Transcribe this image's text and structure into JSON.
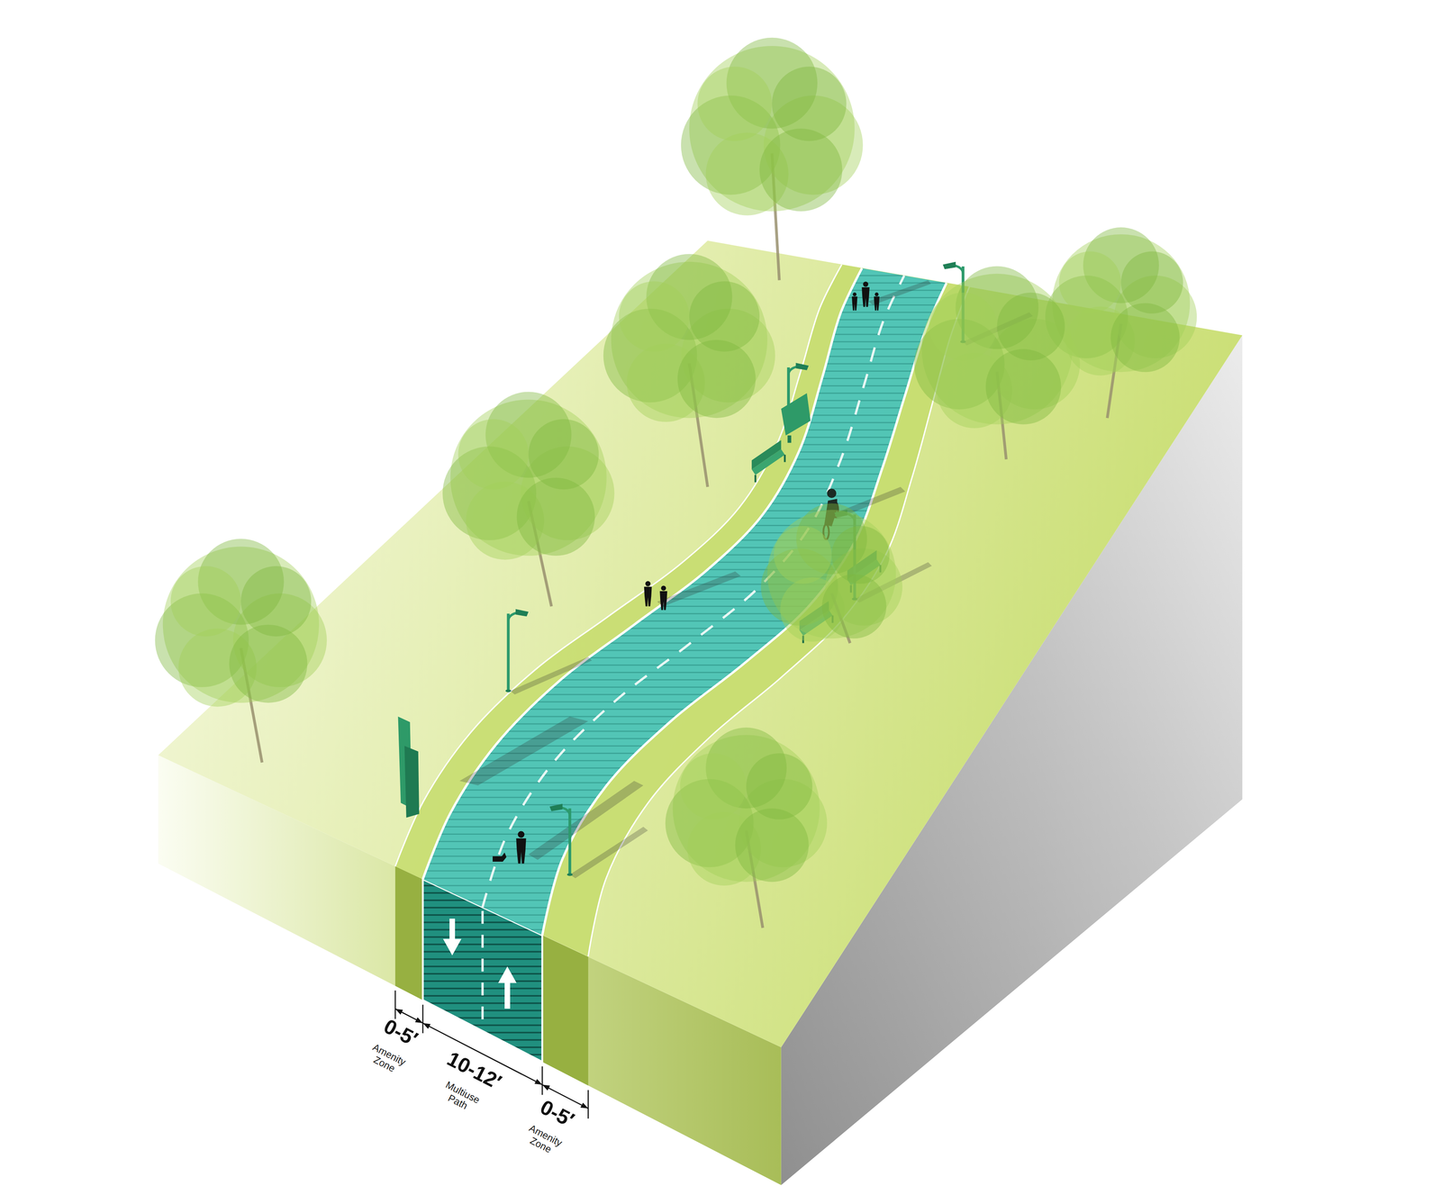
{
  "diagram": {
    "labels": [
      "0-5′",
      "Amenity Zone",
      "10-12′",
      "Multiuse Path",
      "0-5′",
      "Amenity Zone"
    ]
  }
}
